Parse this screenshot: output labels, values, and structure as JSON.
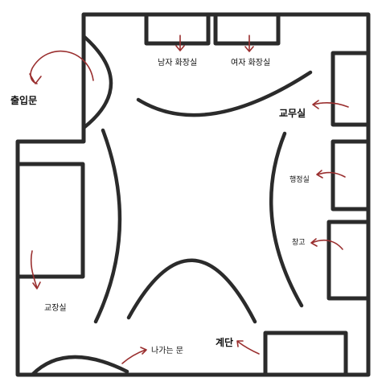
{
  "labels": {
    "entrance": "출입문",
    "mens_restroom": "남자 화장실",
    "womens_restroom": "여자 화장실",
    "teachers_office": "교무실",
    "admin_office": "행정실",
    "storage": "창고",
    "principal_office": "교장실",
    "exit_door": "나가는 문",
    "stairs": "계단"
  },
  "colors": {
    "wall": "#2b2b2b",
    "arrow": "#9a2f2f",
    "background": "#ffffff"
  }
}
